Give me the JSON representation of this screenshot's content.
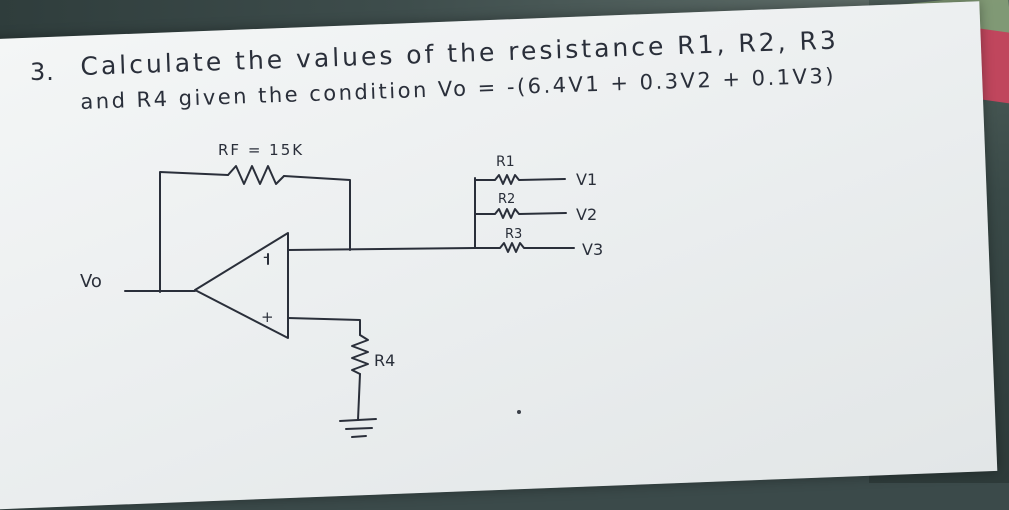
{
  "problem": {
    "number": "3.",
    "line1": "Calculate the values of the resistance R1, R2, R3",
    "line2": "and R4 given the condition Vo = -(6.4V1 + 0.3V2 + 0.1V3)"
  },
  "circuit": {
    "rf_label": "RF = 15K",
    "r1_label": "R1",
    "r2_label": "R2",
    "r3_label": "R3",
    "r4_label": "R4",
    "v1_label": "V1",
    "v2_label": "V2",
    "v3_label": "V3",
    "vo_label": "Vo",
    "minus_sign": "-",
    "plus_sign": "+"
  }
}
